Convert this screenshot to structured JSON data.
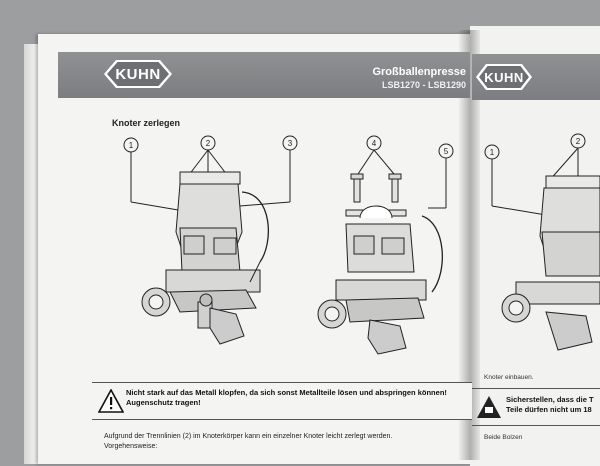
{
  "header": {
    "brand": "KUHN",
    "title": "Großballenpresse",
    "subtitle": "LSB1270 - LSB1290"
  },
  "section": {
    "title": "Knoter zerlegen"
  },
  "figure": {
    "callouts_left": [
      "1",
      "2",
      "3"
    ],
    "callouts_right": [
      "4",
      "5"
    ]
  },
  "warning": {
    "text": "Nicht stark auf das Metall klopfen, da sich sonst Metallteile lösen und abspringen können! Augenschutz tragen!"
  },
  "body": {
    "line1": "Aufgrund der Trennlinien (2) im Knoterkörper kann ein einzelner Knoter leicht zerlegt werden.",
    "line2": "Vorgehensweise:"
  },
  "right_page": {
    "brand": "KUHN",
    "callouts": [
      "1",
      "2"
    ],
    "text1": "Knoter einbauen.",
    "box_line1": "Sicherstellen, dass die T",
    "box_line2": "Teile dürfen nicht um 18",
    "text2": "Beide Bolzen"
  }
}
